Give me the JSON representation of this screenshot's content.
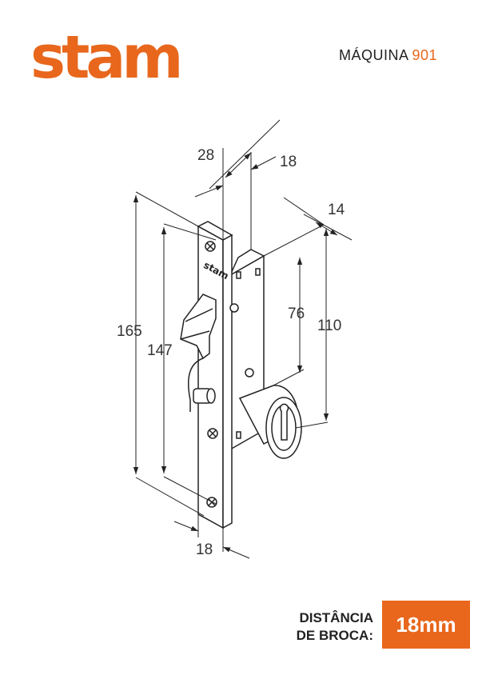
{
  "brand": {
    "logo_text": "stam",
    "color": "#E8671C"
  },
  "header": {
    "model_label": "MÁQUINA",
    "model_number": "901"
  },
  "drawing": {
    "plate_logo": "stam",
    "dimensions": {
      "faceplate_width": "28",
      "backset_top": "18",
      "case_depth": "14",
      "faceplate_height": "165",
      "case_height": "147",
      "cylinder_offset": "76",
      "cylinder_height": "110",
      "backset_bottom": "18"
    }
  },
  "footer": {
    "drill_label_line1": "DISTÂNCIA",
    "drill_label_line2": "DE BROCA:",
    "drill_value": "18mm"
  }
}
